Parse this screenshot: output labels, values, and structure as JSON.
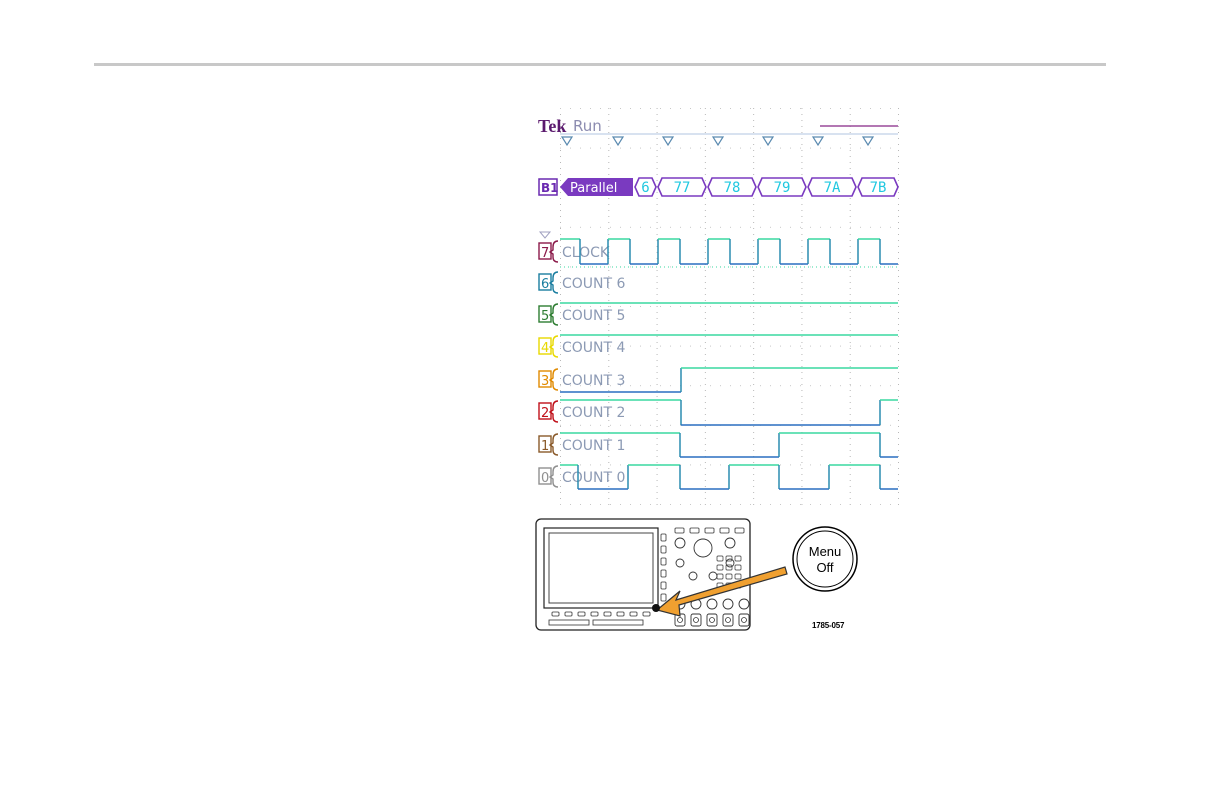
{
  "scope": {
    "brand": "Tek",
    "status": "Run",
    "bus": {
      "channel": "B1",
      "mode": "Parallel",
      "values": [
        "6",
        "77",
        "78",
        "79",
        "7A",
        "7B"
      ]
    },
    "channels": [
      {
        "num": "7",
        "label": "CLOCK",
        "color": "#8b1a4a"
      },
      {
        "num": "6",
        "label": "COUNT 6",
        "color": "#1a7ea0"
      },
      {
        "num": "5",
        "label": "COUNT 5",
        "color": "#2e7d32"
      },
      {
        "num": "4",
        "label": "COUNT 4",
        "color": "#e8d800"
      },
      {
        "num": "3",
        "label": "COUNT 3",
        "color": "#e08a00"
      },
      {
        "num": "2",
        "label": "COUNT 2",
        "color": "#c0101a"
      },
      {
        "num": "1",
        "label": "COUNT 1",
        "color": "#8a5a2a"
      },
      {
        "num": "0",
        "label": "COUNT 0",
        "color": "#909090"
      }
    ]
  },
  "front_panel": {
    "button_label_line1": "Menu",
    "button_label_line2": "Off"
  },
  "figure_number": "1785-057"
}
